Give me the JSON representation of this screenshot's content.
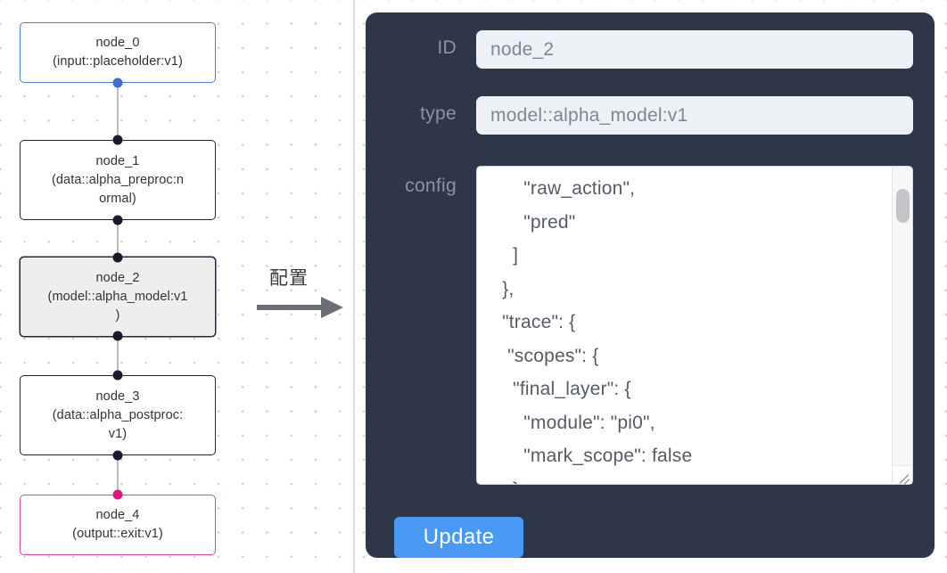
{
  "graph": {
    "nodes": [
      {
        "id": "node_0",
        "label": "node_0\n(input::placeholder:v1)",
        "variant": "input"
      },
      {
        "id": "node_1",
        "label": "node_1\n(data::alpha_preproc:n\normal)",
        "variant": "default"
      },
      {
        "id": "node_2",
        "label": "node_2\n(model::alpha_model:v1\n)",
        "variant": "selected"
      },
      {
        "id": "node_3",
        "label": "node_3\n(data::alpha_postproc:\nv1)",
        "variant": "default"
      },
      {
        "id": "node_4",
        "label": "node_4\n(output::exit:v1)",
        "variant": "output"
      }
    ],
    "colors": {
      "input_border": "#4f7fd0",
      "default_border": "#222639",
      "selected_fill": "#eeeeee",
      "output_border": "#e0479f",
      "port": "#1a1a2e",
      "port_input": "#3a6fd0",
      "port_output": "#e6137e",
      "edge": "#bcbcbc",
      "grid_dot": "#c9ccd4"
    }
  },
  "annotation": {
    "label": "配置"
  },
  "panel": {
    "background": "#2d3748",
    "fields": {
      "id": {
        "label": "ID",
        "value": "node_2"
      },
      "type": {
        "label": "type",
        "value": "model::alpha_model:v1"
      },
      "config": {
        "label": "config",
        "value": "       \"raw_action\",\n       \"pred\"\n     ]\n   },\n   \"trace\": {\n    \"scopes\": {\n     \"final_layer\": {\n       \"module\": \"pi0\",\n       \"mark_scope\": false\n     },\n     \"action_model\": {"
      }
    },
    "update_button": {
      "label": "Update",
      "color": "#4a9af5"
    }
  }
}
